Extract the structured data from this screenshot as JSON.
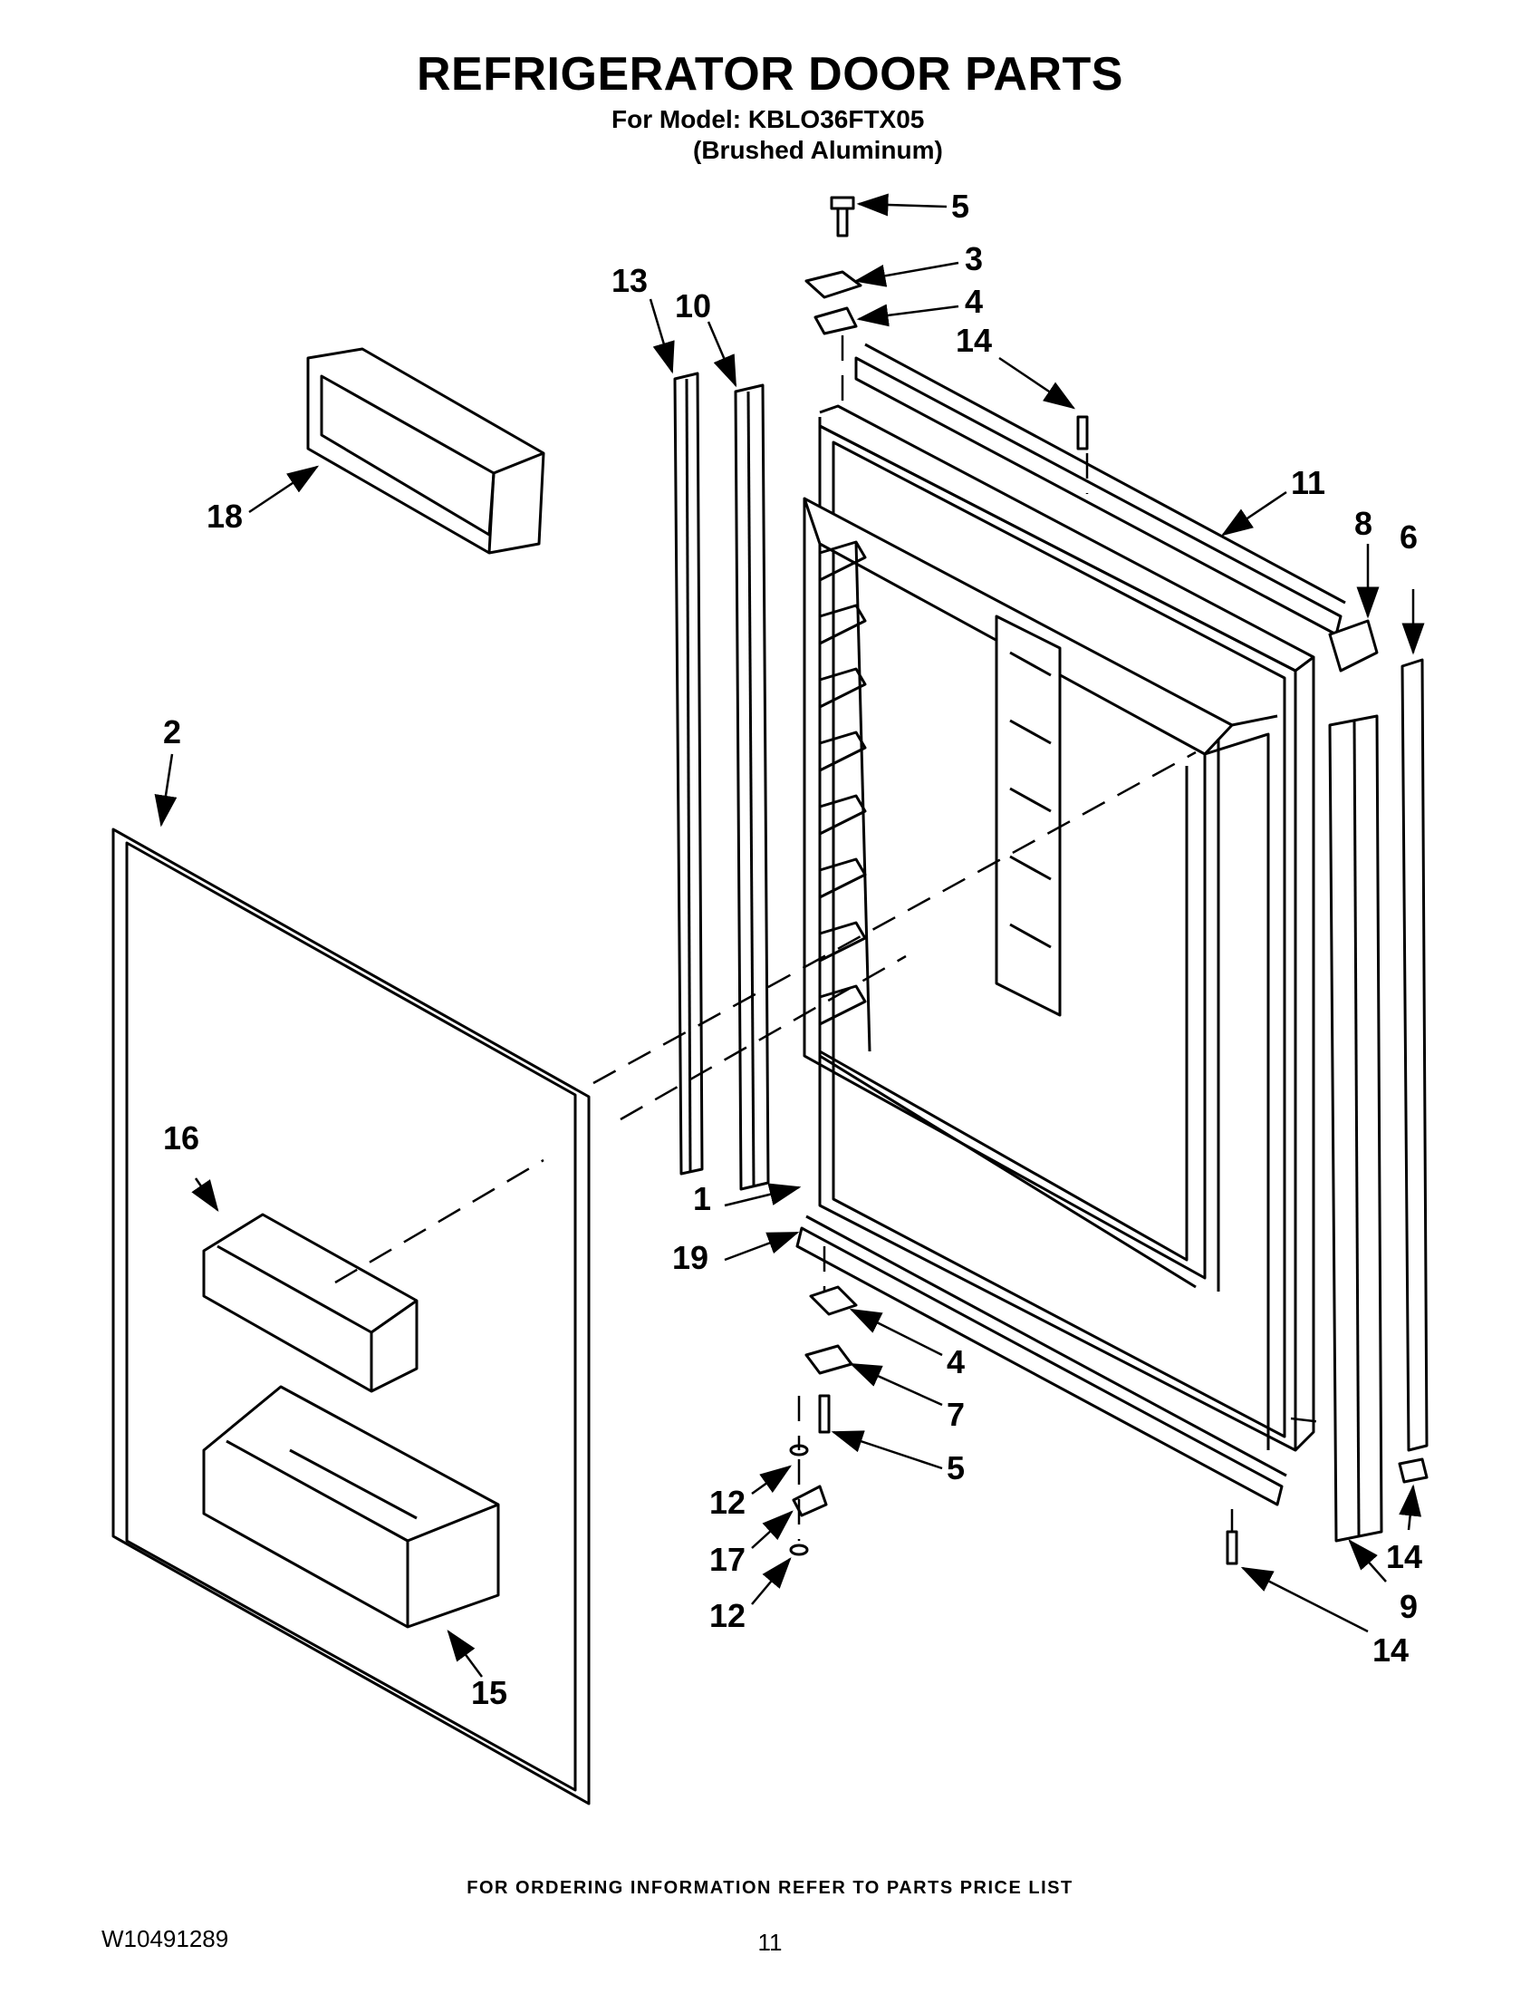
{
  "header": {
    "title": "REFRIGERATOR DOOR PARTS",
    "model_line": "For Model: KBLO36FTX05",
    "finish_line": "(Brushed Aluminum)"
  },
  "callouts": [
    {
      "id": "c5a",
      "label": "5"
    },
    {
      "id": "c3",
      "label": "3"
    },
    {
      "id": "c4a",
      "label": "4"
    },
    {
      "id": "c14a",
      "label": "14"
    },
    {
      "id": "c13",
      "label": "13"
    },
    {
      "id": "c10",
      "label": "10"
    },
    {
      "id": "c11",
      "label": "11"
    },
    {
      "id": "c8",
      "label": "8"
    },
    {
      "id": "c6",
      "label": "6"
    },
    {
      "id": "c18",
      "label": "18"
    },
    {
      "id": "c2",
      "label": "2"
    },
    {
      "id": "c16",
      "label": "16"
    },
    {
      "id": "c1",
      "label": "1"
    },
    {
      "id": "c19",
      "label": "19"
    },
    {
      "id": "c4b",
      "label": "4"
    },
    {
      "id": "c7",
      "label": "7"
    },
    {
      "id": "c5b",
      "label": "5"
    },
    {
      "id": "c12a",
      "label": "12"
    },
    {
      "id": "c17",
      "label": "17"
    },
    {
      "id": "c12b",
      "label": "12"
    },
    {
      "id": "c15",
      "label": "15"
    },
    {
      "id": "c14b",
      "label": "14"
    },
    {
      "id": "c9",
      "label": "9"
    },
    {
      "id": "c14c",
      "label": "14"
    }
  ],
  "footer": {
    "ordering_note": "FOR ORDERING INFORMATION REFER TO PARTS PRICE LIST",
    "document_number": "W10491289",
    "page_number": "11"
  }
}
